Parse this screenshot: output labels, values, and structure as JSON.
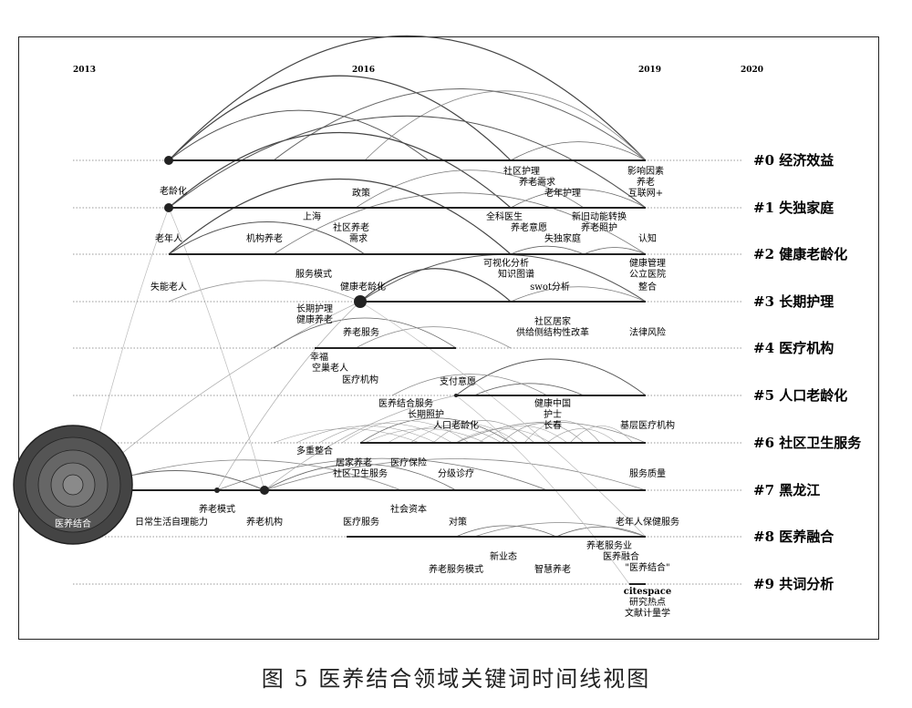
{
  "figure": {
    "caption": "图 5   医养结合领域关键词时间线视图",
    "years": [
      "2013",
      "2016",
      "2019",
      "2020"
    ],
    "center_label": "医养结合"
  },
  "clusters": [
    {
      "id": "#0 经济效益"
    },
    {
      "id": "#1 失独家庭"
    },
    {
      "id": "#2 健康老龄化"
    },
    {
      "id": "#3 长期护理"
    },
    {
      "id": "#4 医疗机构"
    },
    {
      "id": "#5 人口老龄化"
    },
    {
      "id": "#6 社区卫生服务"
    },
    {
      "id": "#7 黑龙江"
    },
    {
      "id": "#8 医养融合"
    },
    {
      "id": "#9 共词分析"
    }
  ],
  "keywords": [
    {
      "text": "社区护理"
    },
    {
      "text": "养老需求"
    },
    {
      "text": "老年护理"
    },
    {
      "text": "影响因素"
    },
    {
      "text": "养老"
    },
    {
      "text": "互联网+"
    },
    {
      "text": "老龄化"
    },
    {
      "text": "政策"
    },
    {
      "text": "上海"
    },
    {
      "text": "全科医生"
    },
    {
      "text": "新旧动能转换"
    },
    {
      "text": "养老照护"
    },
    {
      "text": "社区养老"
    },
    {
      "text": "需求"
    },
    {
      "text": "养老意愿"
    },
    {
      "text": "失独家庭"
    },
    {
      "text": "老年人"
    },
    {
      "text": "机构养老"
    },
    {
      "text": "认知"
    },
    {
      "text": "可视化分析"
    },
    {
      "text": "知识图谱"
    },
    {
      "text": "健康管理"
    },
    {
      "text": "公立医院"
    },
    {
      "text": "服务模式"
    },
    {
      "text": "swot分析"
    },
    {
      "text": "整合"
    },
    {
      "text": "失能老人"
    },
    {
      "text": "健康老龄化"
    },
    {
      "text": "长期护理"
    },
    {
      "text": "健康养老"
    },
    {
      "text": "社区居家"
    },
    {
      "text": "养老服务"
    },
    {
      "text": "供给侧结构性改革"
    },
    {
      "text": "法律风险"
    },
    {
      "text": "幸福"
    },
    {
      "text": "空巢老人"
    },
    {
      "text": "医疗机构"
    },
    {
      "text": "支付意愿"
    },
    {
      "text": "医养结合服务"
    },
    {
      "text": "健康中国"
    },
    {
      "text": "长期照护"
    },
    {
      "text": "护士"
    },
    {
      "text": "人口老龄化"
    },
    {
      "text": "长春"
    },
    {
      "text": "基层医疗机构"
    },
    {
      "text": "多重整合"
    },
    {
      "text": "居家养老"
    },
    {
      "text": "医疗保险"
    },
    {
      "text": "社区卫生服务"
    },
    {
      "text": "分级诊疗"
    },
    {
      "text": "服务质量"
    },
    {
      "text": "养老模式"
    },
    {
      "text": "日常生活自理能力"
    },
    {
      "text": "养老机构"
    },
    {
      "text": "医疗服务"
    },
    {
      "text": "社会资本"
    },
    {
      "text": "对策"
    },
    {
      "text": "老年人保健服务"
    },
    {
      "text": "养老服务业"
    },
    {
      "text": "新业态"
    },
    {
      "text": "医养融合"
    },
    {
      "text": "养老服务模式"
    },
    {
      "text": "智慧养老"
    },
    {
      "text": "\"医养结合\""
    },
    {
      "text": "citespace"
    },
    {
      "text": "研究热点"
    },
    {
      "text": "文献计量学"
    }
  ]
}
